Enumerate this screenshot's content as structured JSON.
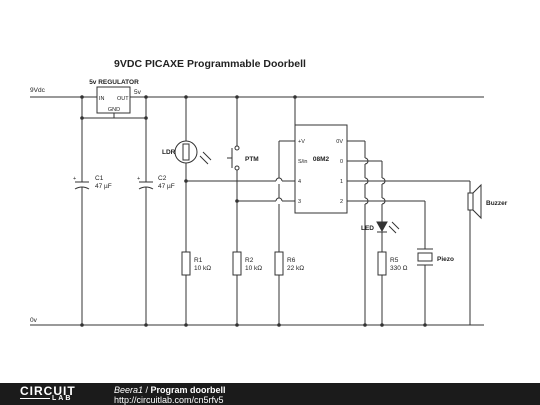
{
  "diagram": {
    "title": "9VDC PICAXE Programmable Doorbell",
    "rails": {
      "supply": "9Vdc",
      "regulated": "5v",
      "ground": "0v"
    },
    "regulator": {
      "name": "5v REGULATOR",
      "pin_in": "IN",
      "pin_out": "OUT",
      "pin_gnd": "GND"
    },
    "capacitors": [
      {
        "ref": "C1",
        "value": "47 µF"
      },
      {
        "ref": "C2",
        "value": "47 µF"
      }
    ],
    "sensors": {
      "ldr": "LDR",
      "ptm": "PTM"
    },
    "resistors": [
      {
        "ref": "R1",
        "value": "10 kΩ"
      },
      {
        "ref": "R2",
        "value": "10 kΩ"
      },
      {
        "ref": "R6",
        "value": "22 kΩ"
      },
      {
        "ref": "R5",
        "value": "330 Ω"
      }
    ],
    "chip": {
      "name": "08M2",
      "left_pins": [
        "+V",
        "S/in",
        "4",
        "3"
      ],
      "right_pins": [
        "0V",
        "0",
        "1",
        "2"
      ]
    },
    "outputs": {
      "led": "LED",
      "piezo": "Piezo",
      "buzzer": "Buzzer"
    }
  },
  "footer": {
    "logo_top": "CIRCUIT",
    "logo_bottom": "LAB",
    "author": "Beera1",
    "separator": " / ",
    "project": "Program doorbell",
    "url": "http://circuitlab.com/cn5rfv5"
  },
  "colors": {
    "footer_bg": "#1b1b1b",
    "wire": "#333333",
    "background": "#ffffff"
  }
}
